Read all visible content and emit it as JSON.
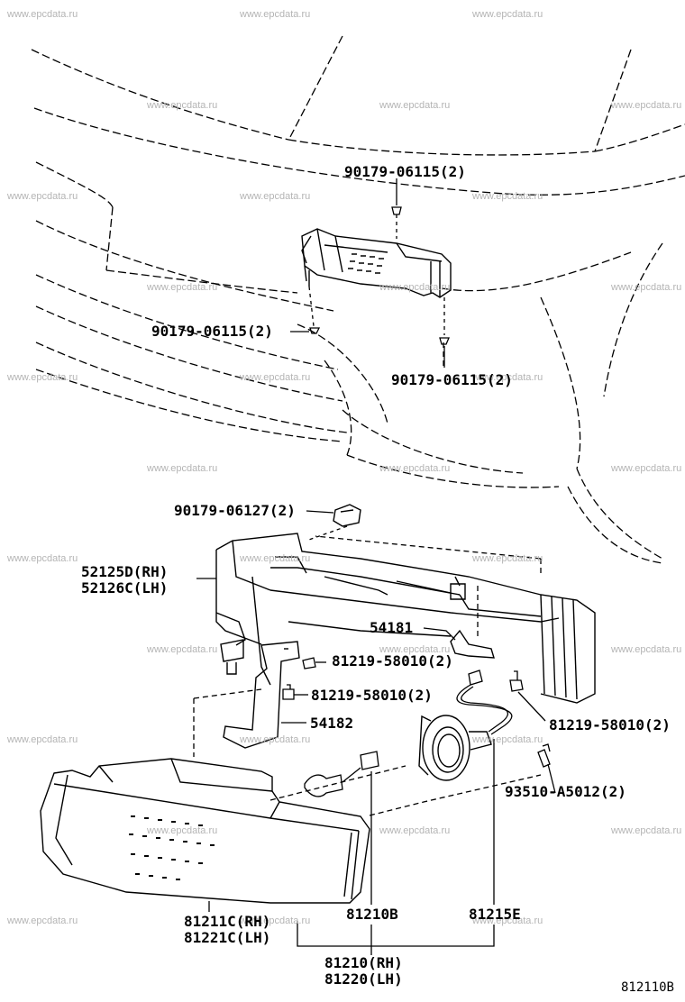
{
  "watermark": "www.epcdata.ru",
  "parts": {
    "bolt_top": "90179-06115(2)",
    "bolt_left": "90179-06115(2)",
    "bolt_bottom": "90179-06115(2)",
    "nut_bracket": "90179-06127(2)",
    "bracket_rh": "52125D(RH)",
    "bracket_lh": "52126C(LH)",
    "stay_a": "54181",
    "screw_a": "81219-58010(2)",
    "screw_b": "81219-58010(2)",
    "screw_c": "81219-58010(2)",
    "stay_b": "54182",
    "screw_d": "93510-A5012(2)",
    "lens_rh": "81211C(RH)",
    "lens_lh": "81221C(LH)",
    "bulb": "81210B",
    "socket": "81215E",
    "assy_rh": "81210(RH)",
    "assy_lh": "81220(LH)"
  },
  "diagram_ref": "812110B"
}
